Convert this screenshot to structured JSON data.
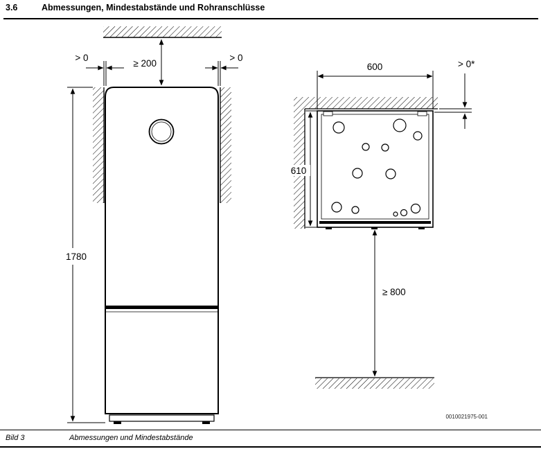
{
  "header": {
    "section_number": "3.6",
    "title": "Abmessungen, Mindestabstände und Rohranschlüsse"
  },
  "front_view": {
    "top_clearance": "≥ 200",
    "left_clearance": "> 0",
    "right_clearance": "> 0",
    "height": "1780"
  },
  "top_view": {
    "width": "600",
    "rear_clearance": "> 0*",
    "depth": "610",
    "front_clearance": "≥ 800"
  },
  "drawing_number": "0010021975-001",
  "caption": {
    "figure_label": "Bild 3",
    "figure_title": "Abmessungen und Mindestabstände"
  }
}
